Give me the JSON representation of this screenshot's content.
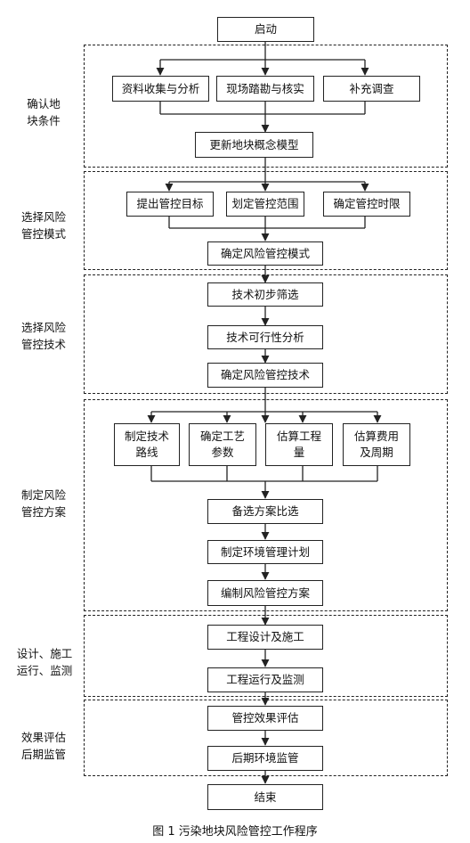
{
  "caption": "图 1 污染地块风险管控工作程序",
  "start": "启动",
  "end": "结束",
  "sections": [
    {
      "label": "确认地\n块条件",
      "steps": [
        "资料收集与分析",
        "现场踏勘与核实",
        "补充调查",
        "更新地块概念模型"
      ]
    },
    {
      "label": "选择风险\n管控模式",
      "steps": [
        "提出管控目标",
        "划定管控范围",
        "确定管控时限",
        "确定风险管控模式"
      ]
    },
    {
      "label": "选择风险\n管控技术",
      "steps": [
        "技术初步筛选",
        "技术可行性分析",
        "确定风险管控技术"
      ]
    },
    {
      "label": "制定风险\n管控方案",
      "steps": [
        "制定技术\n路线",
        "确定工艺\n参数",
        "估算工程\n量",
        "估算费用\n及周期",
        "备选方案比选",
        "制定环境管理计划",
        "编制风险管控方案"
      ]
    },
    {
      "label": "设计、施工\n运行、监测",
      "steps": [
        "工程设计及施工",
        "工程运行及监测"
      ]
    },
    {
      "label": "效果评估\n后期监管",
      "steps": [
        "管控效果评估",
        "后期环境监管"
      ]
    }
  ]
}
